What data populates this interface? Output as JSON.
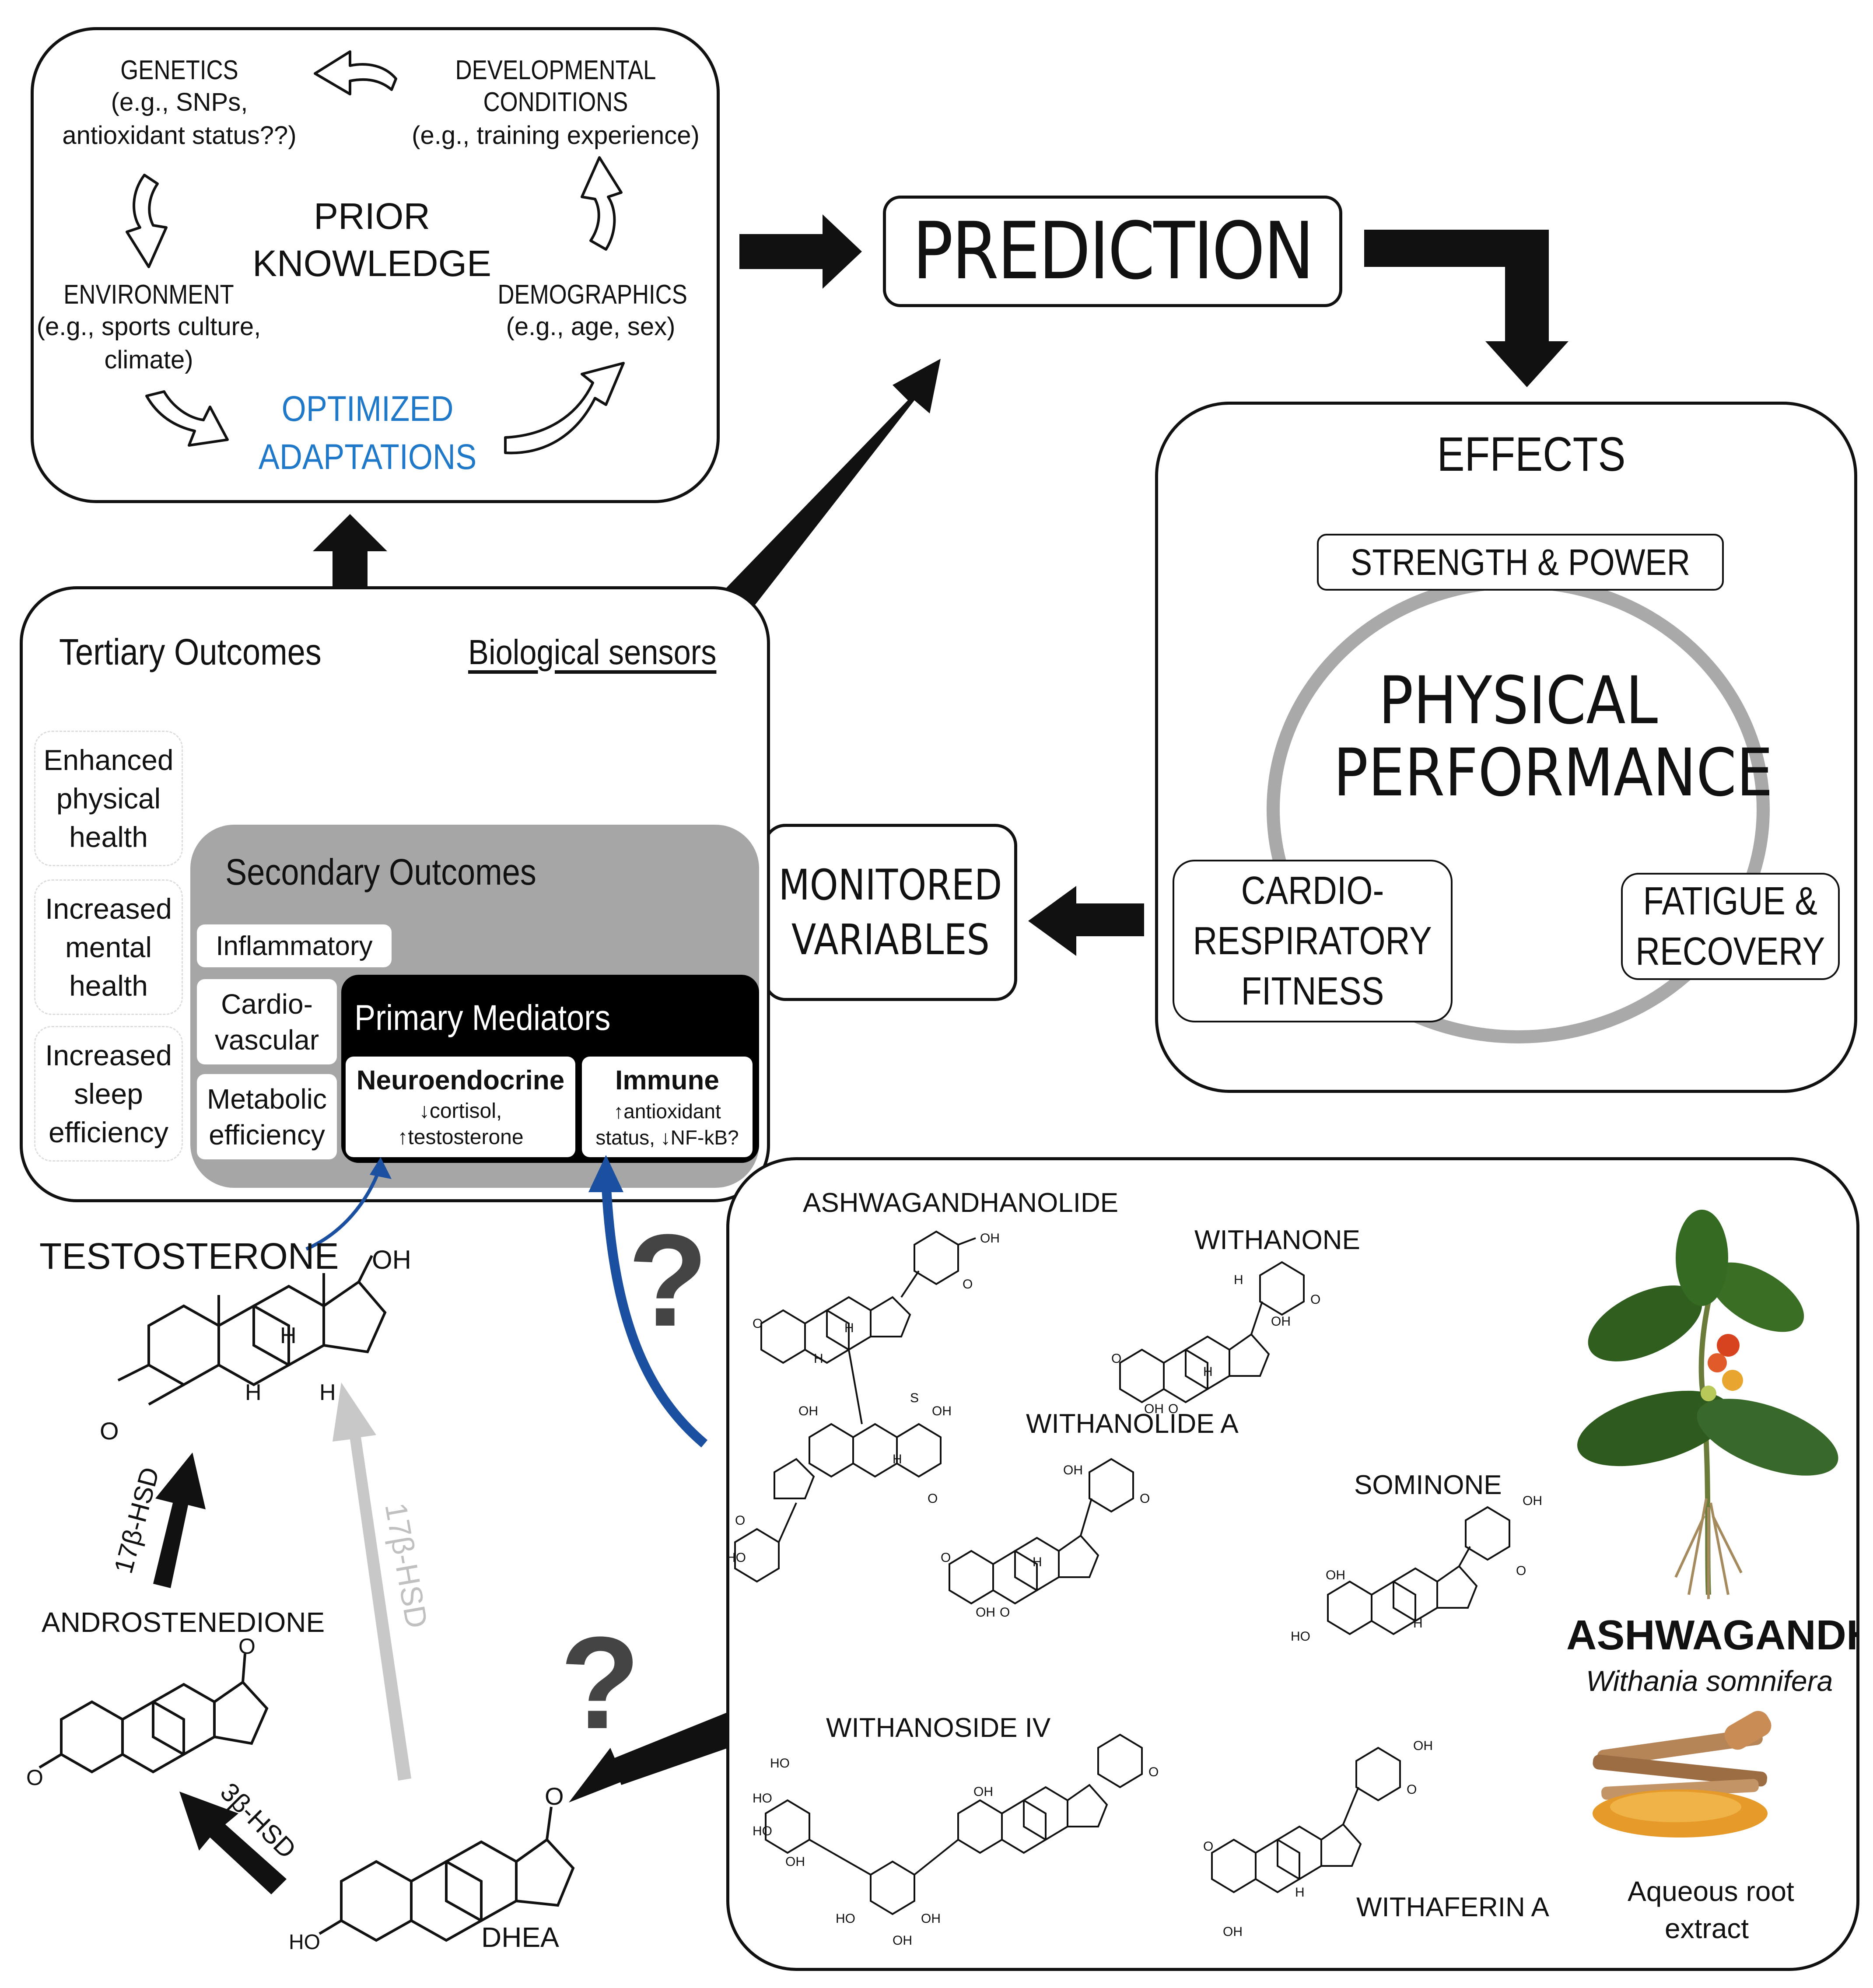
{
  "prior": {
    "genetics_title": "GENETICS",
    "genetics_desc1": "(e.g., SNPs,",
    "genetics_desc2": "antioxidant status??)",
    "developmental_title1": "DEVELOPMENTAL",
    "developmental_title2": "CONDITIONS",
    "developmental_desc": "(e.g., training experience)",
    "center1": "PRIOR",
    "center2": "KNOWLEDGE",
    "environment_title": "ENVIRONMENT",
    "environment_desc1": "(e.g., sports culture,",
    "environment_desc2": "climate)",
    "demographics_title": "DEMOGRAPHICS",
    "demographics_desc": "(e.g., age, sex)",
    "optimized1": "OPTIMIZED",
    "optimized2": "ADAPTATIONS"
  },
  "prediction": "PREDICTION",
  "effects": {
    "title": "EFFECTS",
    "strength": "STRENGTH & POWER",
    "center1": "PHYSICAL",
    "center2": "PERFORMANCE",
    "cardio1": "CARDIO-",
    "cardio2": "RESPIRATORY",
    "cardio3": "FITNESS",
    "fatigue1": "FATIGUE &",
    "fatigue2": "RECOVERY"
  },
  "monitored1": "MONITORED",
  "monitored2": "VARIABLES",
  "outcomes": {
    "tertiary_title": "Tertiary Outcomes",
    "sensors": "Biological sensors",
    "t1": [
      "Enhanced",
      "physical",
      "health"
    ],
    "t2": [
      "Increased",
      "mental",
      "health"
    ],
    "t3": [
      "Increased",
      "sleep",
      "efficiency"
    ],
    "secondary_title": "Secondary Outcomes",
    "inflammatory": "Inflammatory",
    "cardio": [
      "Cardio-",
      "vascular"
    ],
    "metabolic": [
      "Metabolic",
      "efficiency"
    ],
    "primary_title": "Primary Mediators",
    "neuro_title": "Neuroendocrine",
    "neuro_desc1": "↓cortisol,",
    "neuro_desc2": "↑testosterone",
    "immune_title": "Immune",
    "immune_desc1": "↑antioxidant",
    "immune_desc2": "status, ↓NF-kB?"
  },
  "steroids": {
    "testosterone": "TESTOSTERONE",
    "androstenedione": "ANDROSTENEDIONE",
    "dhea": "DHEA",
    "enzyme_17b_left": "17β-HSD",
    "enzyme_17b_right": "17β-HSD",
    "enzyme_3b": "3β-HSD",
    "question": "?"
  },
  "compounds": {
    "ashwagandhanolide": "ASHWAGANDHANOLIDE",
    "withanone": "WITHANONE",
    "withanolide_a": "WITHANOLIDE A",
    "sominone": "SOMINONE",
    "withanoside_iv": "WITHANOSIDE IV",
    "withaferin_a": "WITHAFERIN A",
    "plant_name": "ASHWAGANDHA",
    "plant_latin": "Withania somnifera",
    "extract1": "Aqueous root",
    "extract2": "extract"
  },
  "chem": {
    "oh": "OH",
    "h": "H",
    "o": "O",
    "ho": "HO",
    "s": "S"
  },
  "colors": {
    "accent_blue": "#1f78c8",
    "arrow_blue": "#1b4fa0",
    "grey_panel": "#a6a6a6",
    "light_arrow": "#c8c8c8"
  }
}
